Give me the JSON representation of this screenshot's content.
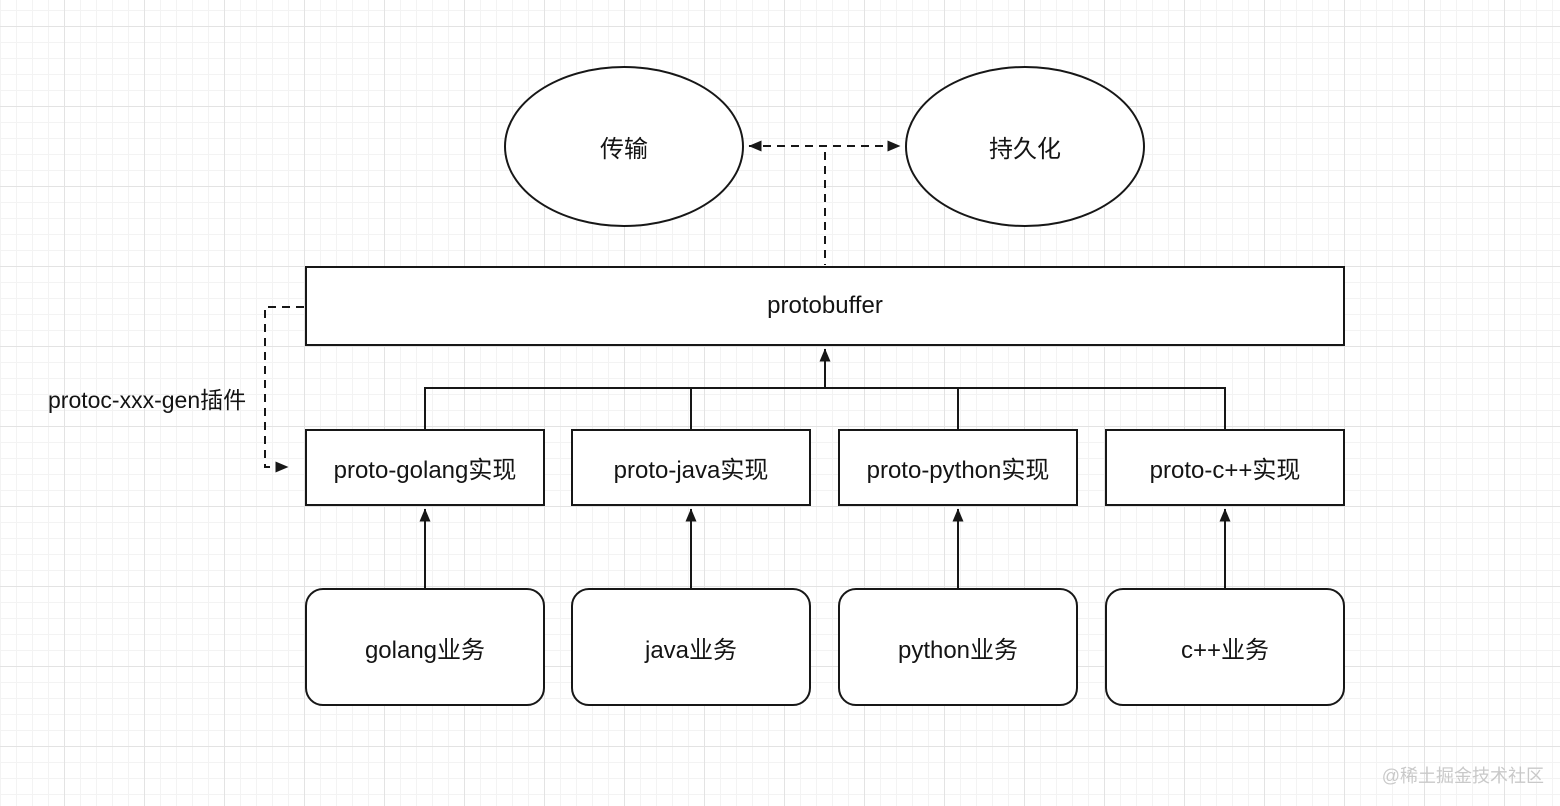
{
  "diagram": {
    "top_nodes": {
      "transport": "传输",
      "persistence": "持久化"
    },
    "protobuffer_label": "protobuffer",
    "plugin_label": "protoc-xxx-gen插件",
    "proto_impls": [
      "proto-golang实现",
      "proto-java实现",
      "proto-python实现",
      "proto-c++实现"
    ],
    "services": [
      "golang业务",
      "java业务",
      "python业务",
      "c++业务"
    ],
    "watermark": "@稀土掘金技术社区",
    "colors": {
      "stroke": "#171717",
      "grid_major": "#e3e3e3",
      "grid_minor": "#f3f3f3",
      "watermark_color": "#c9c9c9",
      "background": "#ffffff"
    }
  }
}
